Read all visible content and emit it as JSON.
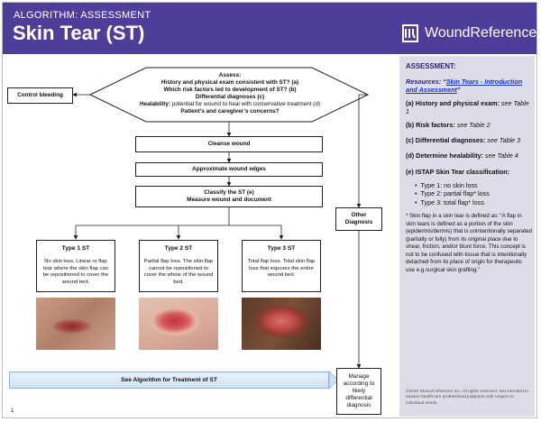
{
  "header": {
    "subtitle": "ALGORITHM: ASSESSMENT",
    "title": "Skin Tear (ST)",
    "logo_text": "WoundReference"
  },
  "flow": {
    "assess": {
      "line1": "Assess:",
      "line2": "History and physical exam consistent with ST? (a)",
      "line3": "Which risk factors led to development of ST? (b)",
      "line4": "Differential diagnoses (c)",
      "line5_bold": "Healability:",
      "line5_rest": " potential for wound to heal with conservative treatment (d)",
      "line6": "Patient’s and caregiver’s concerns?"
    },
    "control_bleeding": "Control bleeding",
    "cleanse": "Cleanse wound",
    "approximate": "Approximate wound edges",
    "classify_line1": "Classify the ST (e)",
    "classify_line2": "Measure wound and document",
    "other_diag_line1": "Other",
    "other_diag_line2": "Diagnosis",
    "manage": [
      "Manage",
      "according to",
      "likely",
      "differential",
      "diagnosis"
    ],
    "types": [
      {
        "title": "Type 1 ST",
        "desc": "No skin loss. Linear or flap tear where the skin flap can be repositioned to cover the wound bed."
      },
      {
        "title": "Type 2 ST",
        "desc": "Partial flap loss. The skin flap cannot be repositioned to cover the whole of the wound bed."
      },
      {
        "title": "Type 3 ST",
        "desc": "Total flap loss. Total skin flap loss that exposes the entire wound bed."
      }
    ],
    "see_algorithm": "See Algorithm for Treatment of ST",
    "page_number": "1"
  },
  "sidebar": {
    "heading": "ASSESSMENT:",
    "resources_label": "Resources: “",
    "resources_link": "Skin Tears - Introduction and Assessment",
    "resources_end": "”",
    "a_bold": "(a) History and physical exam:",
    "a_it": " see Table 1",
    "b_bold": "(b) Risk factors:",
    "b_it": " see Table 2",
    "c_bold": "(c) Differential diagnoses:",
    "c_it": " see Table 3",
    "d_bold": "(d) Determine healability:",
    "d_it": " see Table 4",
    "e_bold": "(e) ISTAP Skin Tear classification:",
    "bullets": [
      "Type 1: no skin loss",
      "Type 2: partial flap* loss",
      "Type 3: total flap* loss"
    ],
    "note": "* Skin flap in a skin tear is defined as: “A flap in skin tears is defined as a portion of the skin (epidermis/dermis) that is unintentionally separated (partially or fully) from its original place due to shear, friction, and/or blunt force. This concept is not to be confused with tissue that is intentionally detached from its place of origin for therapeutic use e.g.surgical skin grafting.”",
    "footer": "©2020 Wound reference Inc. All rights reserved. Not intended to replace healthcare professional judgment with respect to individual needs."
  },
  "colors": {
    "header_bg": "#4e3e9a",
    "sidebar_bg": "#ddddea",
    "heading": "#2c2470",
    "link": "#1a33cc"
  }
}
